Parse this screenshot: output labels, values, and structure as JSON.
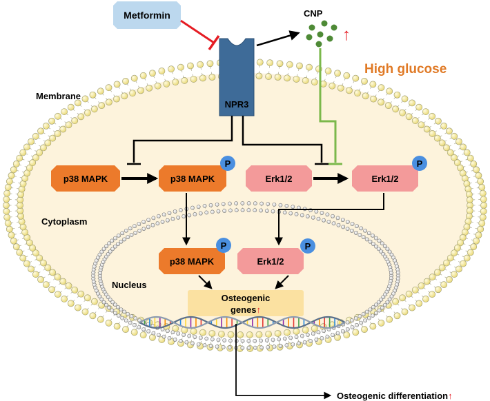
{
  "drug": {
    "label": "Metformin"
  },
  "receptor": {
    "label": "NPR3"
  },
  "ligand": {
    "label": "CNP",
    "trend": "↑"
  },
  "condition": {
    "label": "High glucose"
  },
  "compartments": {
    "membrane": "Membrane",
    "cytoplasm": "Cytoplasm",
    "nucleus": "Nucleus"
  },
  "kinases": {
    "p38_inactive": "p38 MAPK",
    "p38_active": "p38 MAPK",
    "p38_nuclear": "p38 MAPK",
    "erk_inactive": "Erk1/2",
    "erk_active": "Erk1/2",
    "erk_nuclear": "Erk1/2",
    "phospho": "P"
  },
  "genes": {
    "line1": "Osteogenic",
    "line2": "genes",
    "trend": "↑"
  },
  "outcome": {
    "label": "Osteogenic differentiation",
    "trend": "↑"
  },
  "colors": {
    "membrane_bead": "#f6eb9b",
    "membrane_bead_stroke": "#9b9a70",
    "cytoplasm_fill": "#fdf3dc",
    "receptor_fill": "#3e6b98",
    "drug_fill": "#bcd8ee",
    "p38_fill": "#ec7a2b",
    "erk_fill": "#f39a9a",
    "phospho_fill": "#4a8fe0",
    "inhibit_red": "#e51c23",
    "inhibit_green": "#7bb84b",
    "cnp_dot": "#4e8a36",
    "condition_text": "#e07a26",
    "genes_fill": "#fbe1a1"
  }
}
